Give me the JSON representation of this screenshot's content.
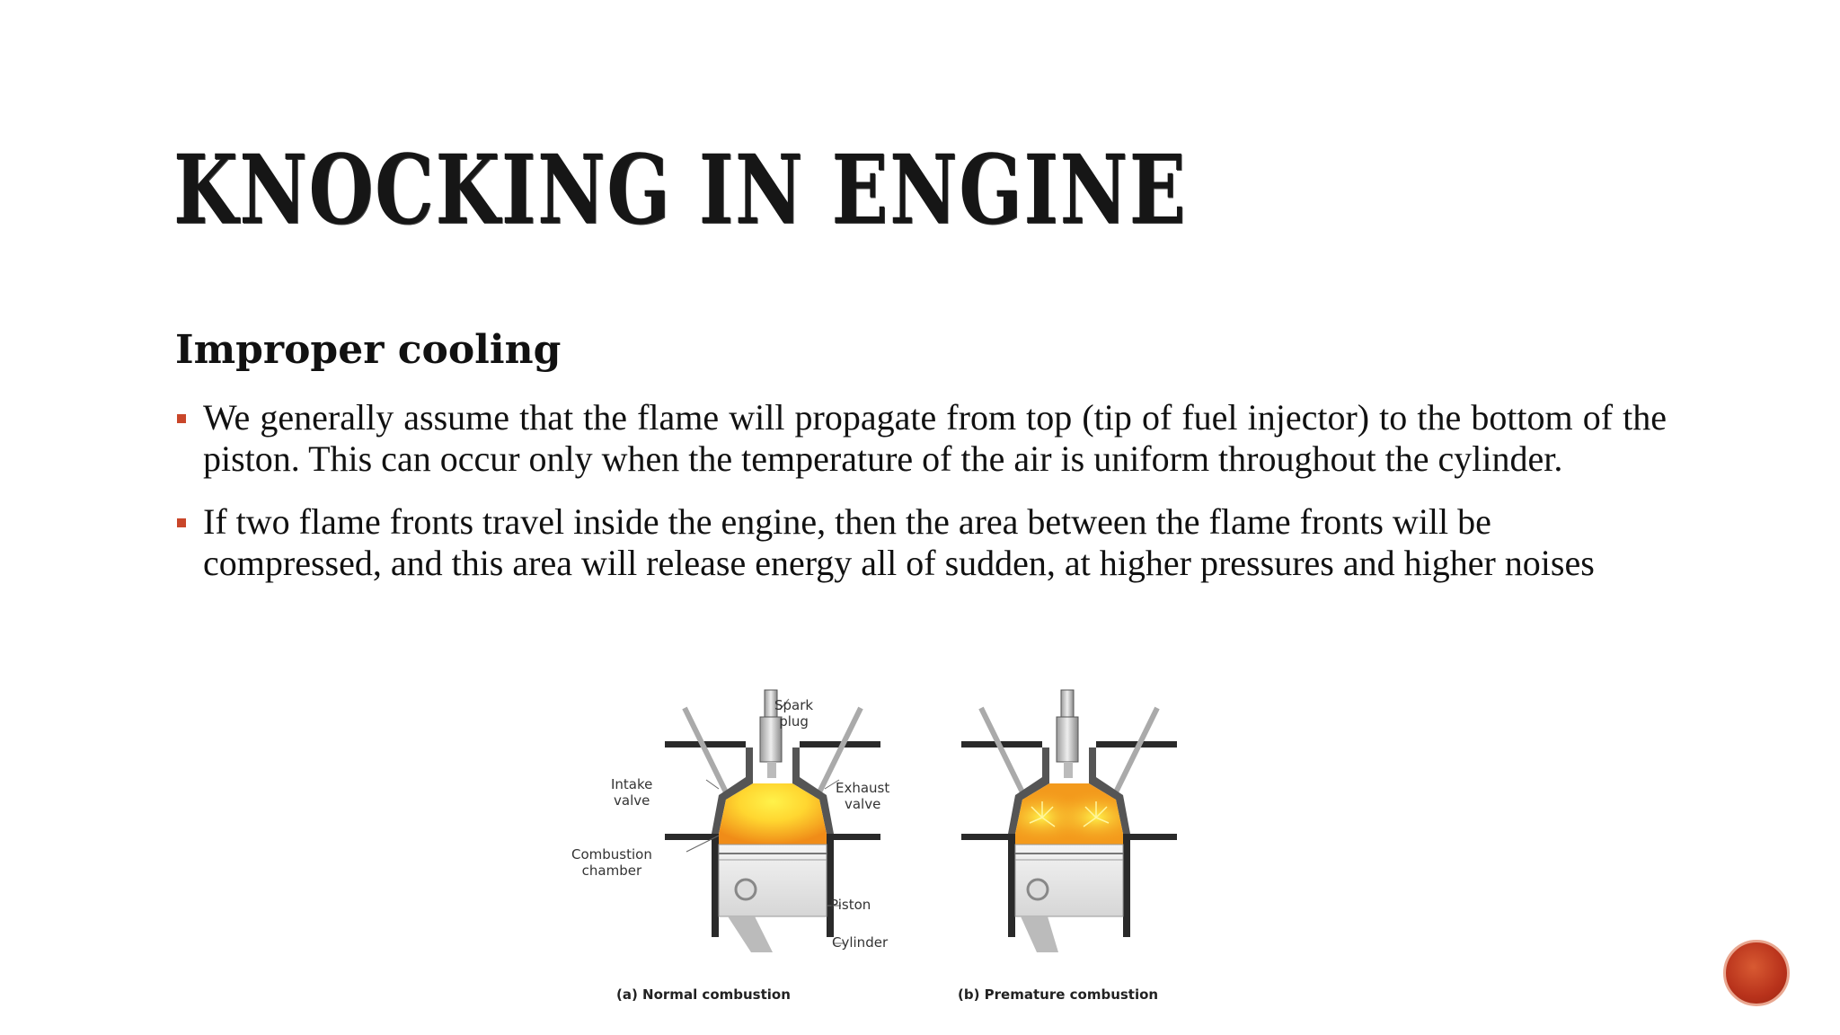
{
  "slide": {
    "title": "KNOCKING IN ENGINE",
    "subheading": "Improper cooling",
    "bullets": [
      "We generally assume that the flame will propagate from top (tip of fuel injector) to the bottom of the piston. This can occur only when the temperature of the air is uniform throughout the cylinder.",
      "If two flame fronts travel inside the engine, then the area between the flame fronts will be compressed, and this area will release energy all of sudden, at higher pressures and higher noises"
    ]
  },
  "figure": {
    "labels": {
      "spark_plug": "Spark\nplug",
      "intake_valve": "Intake\nvalve",
      "exhaust_valve": "Exhaust\nvalve",
      "combustion_chamber": "Combustion\nchamber",
      "piston": "Piston",
      "cylinder": "Cylinder"
    },
    "captions": {
      "a": "(a) Normal combustion",
      "b": "(b) Premature combustion"
    }
  },
  "colors": {
    "accent": "#c9462a",
    "flame_light": "#ffe640",
    "flame_dark": "#f39a1c",
    "nav_button": "#b8321b"
  },
  "icons": {
    "bullet_marker": "square-bullet-icon",
    "nav": "circle-nav-button"
  }
}
